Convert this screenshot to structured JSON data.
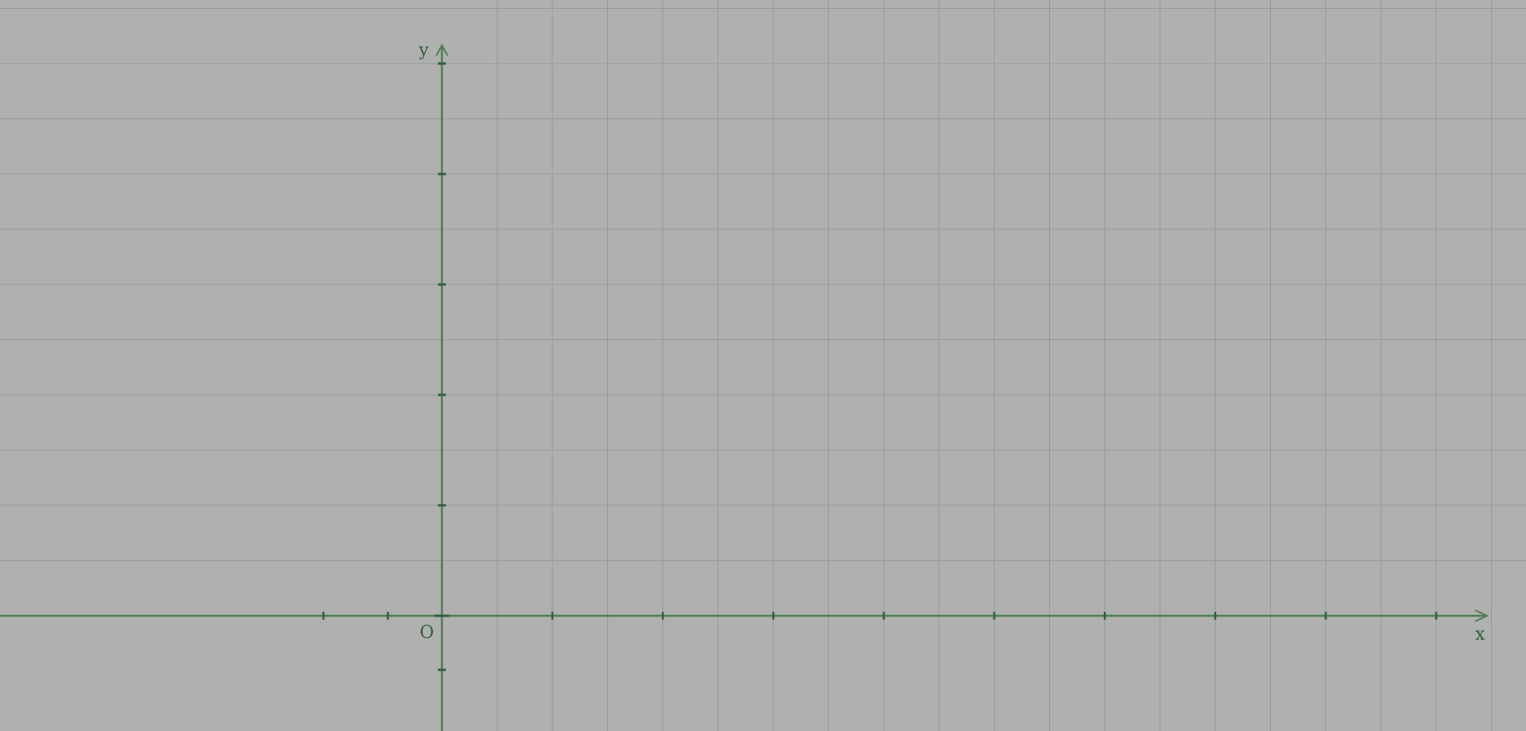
{
  "canvas": {
    "background": "#b0b0b0",
    "grid_color": "#8f9e8f",
    "axis_color": "#4f7d4f",
    "tick_color": "#2f6040",
    "label_color": "#2f5e3b"
  },
  "axes": {
    "x_label": "x",
    "y_label": "y",
    "origin_label": "O",
    "grid": true
  }
}
